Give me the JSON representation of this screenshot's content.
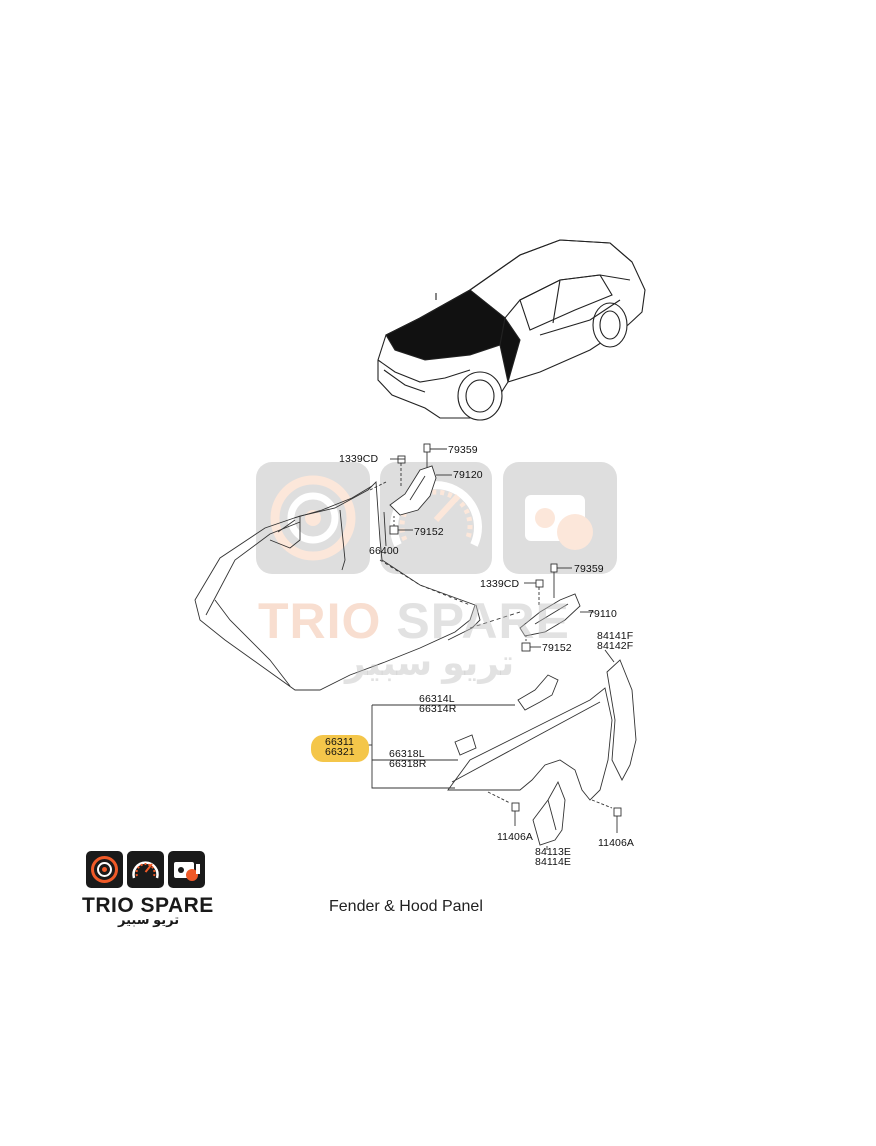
{
  "caption": "Fender & Hood Panel",
  "brand": {
    "name_part1": "TRIO",
    "name_part2": "SPARE",
    "arabic_name": "تريو سبير",
    "accent_color": "#f05a28",
    "dark_color": "#1a1a1a"
  },
  "watermark": {
    "name_part1": "TRIO",
    "name_part2": "SPARE",
    "arabic_name": "تريو سبير"
  },
  "highlight_color": "#f4c64a",
  "icons": [
    "speaker-icon",
    "speedometer-icon",
    "engine-icon"
  ],
  "part_labels": {
    "p1339cd_top": "1339CD",
    "p79359_top": "79359",
    "p79120": "79120",
    "p79152_top": "79152",
    "p66400": "66400",
    "p1339cd_bottom": "1339CD",
    "p79359_bottom": "79359",
    "p79110": "79110",
    "p79152_bottom": "79152",
    "p84141f": "84141F",
    "p84142f": "84142F",
    "p66314l": "66314L",
    "p66314r": "66314R",
    "p66311": "66311",
    "p66321": "66321",
    "p66318l": "66318L",
    "p66318r": "66318R",
    "p11406a_left": "11406A",
    "p11406a_right": "11406A",
    "p84113e": "84113E",
    "p84114e": "84114E"
  }
}
